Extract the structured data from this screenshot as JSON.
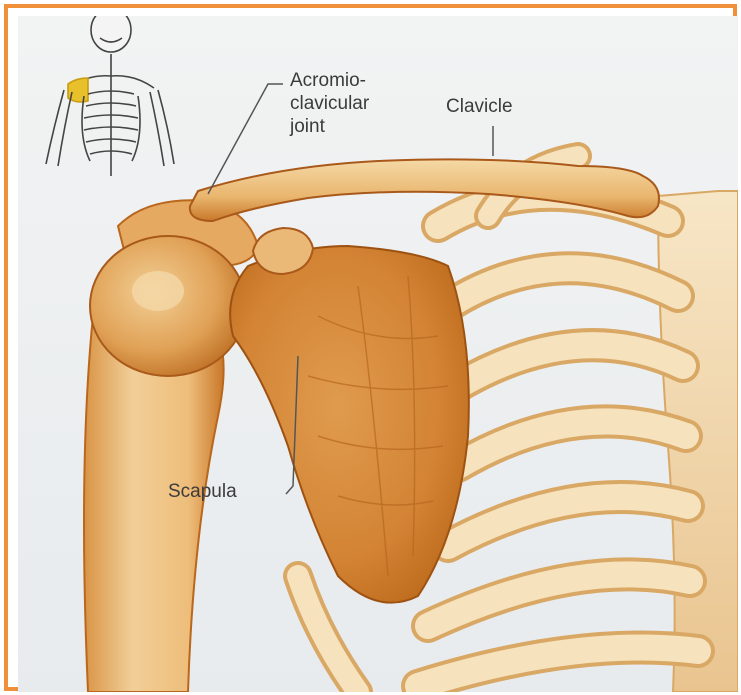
{
  "colors": {
    "frame_border": "#f0903a",
    "bone_light": "#f6dfb5",
    "bone_mid": "#e7ae66",
    "bone_dark": "#c9721f",
    "background": "#eef0f2",
    "label_text": "#3b3b3b"
  },
  "labels": {
    "acromio_line1": "Acromio-",
    "acromio_line2": "clavicular",
    "acromio_line3": "joint",
    "clavicle": "Clavicle",
    "scapula": "Scapula"
  },
  "thumbnail": {
    "icon": "skeleton-thumbnail-icon",
    "highlight_color": "#e8c12a"
  }
}
